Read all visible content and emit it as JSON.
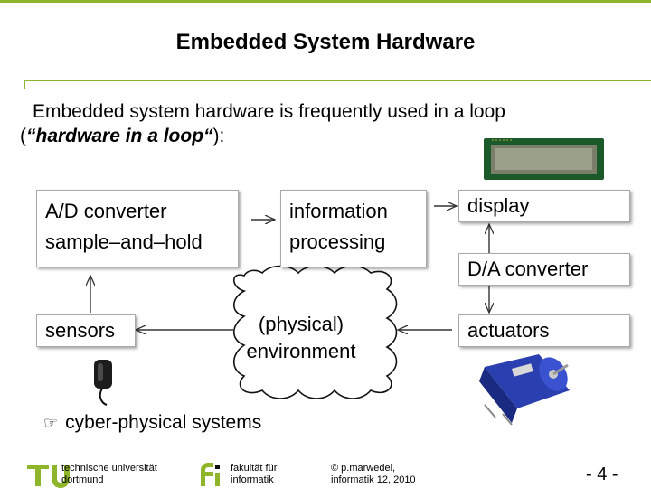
{
  "title": "Embedded System Hardware",
  "intro": {
    "line1": "Embedded system hardware is frequently used in a loop",
    "open_paren": "(",
    "quoted": "“hardware in a loop“",
    "close": "):"
  },
  "diagram": {
    "boxes": {
      "ad_converter": {
        "line1": "A/D converter",
        "line2": "sample–and–hold"
      },
      "information_processing": {
        "line1": "information",
        "line2": "processing"
      },
      "display": "display",
      "da_converter": "D/A converter",
      "sensors": "sensors",
      "actuators": "actuators"
    },
    "environment": {
      "line1": "(physical)",
      "line2": "environment"
    }
  },
  "bullet": {
    "icon": "pointing-hand-icon",
    "text": "cyber-physical systems"
  },
  "footer": {
    "univ_line1": "technische universität",
    "univ_line2": "dortmund",
    "fak_line1": "fakultät für",
    "fak_line2": "informatik",
    "copy_line1": "© p.marwedel,",
    "copy_line2": "informatik 12,  2010",
    "page": "- 4 -"
  },
  "colors": {
    "accent": "#8fb52a",
    "box_border": "#a9a9a9"
  }
}
